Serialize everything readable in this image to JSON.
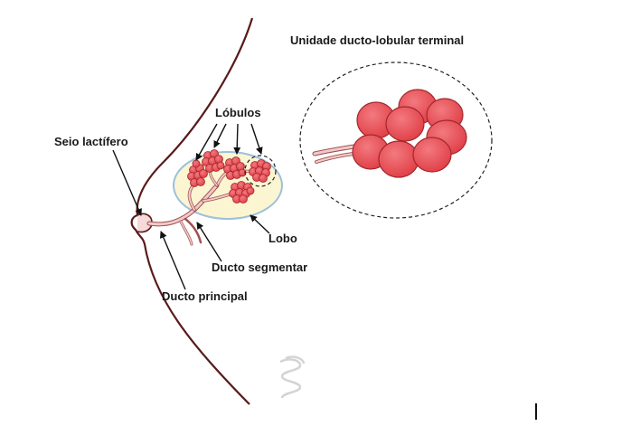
{
  "diagram": {
    "title": "Unidade ducto-lobular terminal",
    "labels": {
      "lobulos": "Lóbulos",
      "seio_lactifero": "Seio lactífero",
      "lobo": "Lobo",
      "ducto_segmentar": "Ducto segmentar",
      "ducto_principal": "Ducto principal"
    }
  },
  "colors": {
    "outline": "#5a1a1a",
    "lobule_fill": "#e8484f",
    "lobule_stroke": "#a3272d",
    "duct_fill": "#f2c9c9",
    "duct_stroke": "#a05050",
    "lobe_fill": "#fbf5d2",
    "lobe_stroke": "#9cc0dc",
    "arrow": "#111111"
  },
  "icons": {
    "watermark": "spiral-logo-icon"
  }
}
